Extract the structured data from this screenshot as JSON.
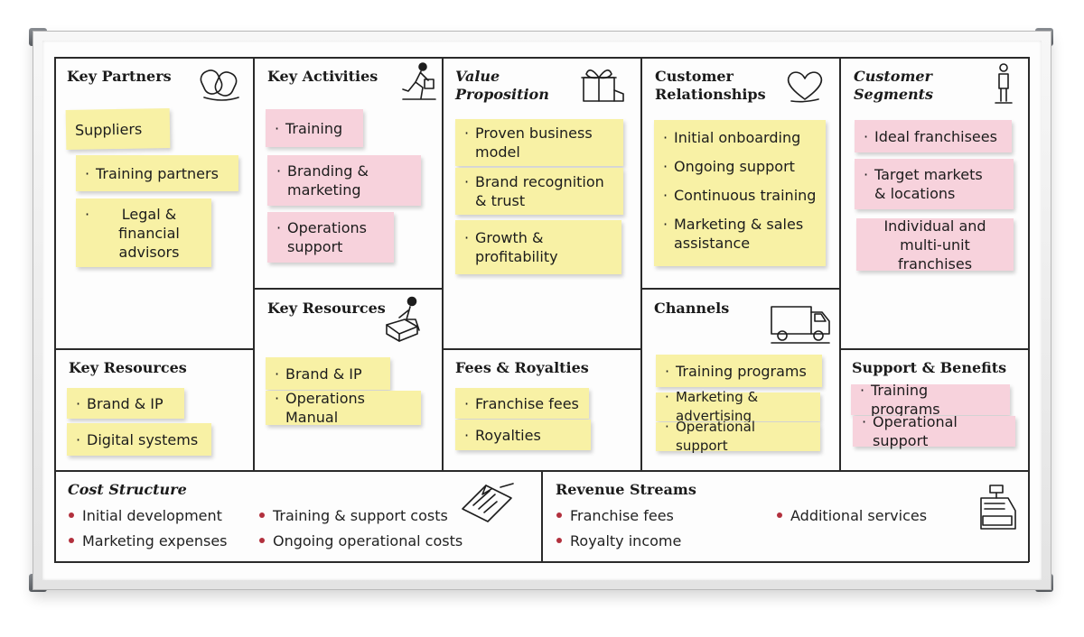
{
  "cells": {
    "key_partners": {
      "title": "Key Partners",
      "notes": [
        "Suppliers",
        "Training partners",
        "Legal &\nfinancial\nadvisors"
      ]
    },
    "key_activities": {
      "title": "Key Activities",
      "notes": [
        "Training",
        "Branding &\nmarketing",
        "Operations\nsupport"
      ]
    },
    "value_proposition": {
      "title_lines": [
        "Value",
        "Proposition"
      ],
      "notes": [
        "Proven business\nmodel",
        "Brand recognition\n& trust",
        "Growth &\nprofitability"
      ]
    },
    "customer_relationships": {
      "title_lines": [
        "Customer",
        "Relationships"
      ],
      "notes": [
        "Initial onboarding",
        "Ongoing support",
        "Continuous training",
        "Marketing & sales\nassistance"
      ]
    },
    "customer_segments": {
      "title_lines": [
        "Customer",
        "Segments"
      ],
      "notes": [
        "Ideal franchisees",
        "Target markets\n& locations",
        "Individual and\nmulti-unit franchises"
      ]
    },
    "key_resources_left": {
      "title": "Key Resources",
      "notes": [
        "Brand & IP",
        "Digital systems"
      ]
    },
    "key_resources_mid": {
      "title": "Key Resources",
      "notes": [
        "Brand & IP",
        "Operations Manual"
      ]
    },
    "fees_royalties": {
      "title": "Fees & Royalties",
      "notes": [
        "Franchise fees",
        "Royalties"
      ]
    },
    "channels": {
      "title": "Channels",
      "notes": [
        "Training programs",
        "Marketing & advertising",
        "Operational support"
      ]
    },
    "support_benefits": {
      "title": "Support & Benefits",
      "notes": [
        "Training programs",
        "Operational support"
      ]
    },
    "cost_structure": {
      "title": "Cost Structure",
      "items": [
        "Initial development",
        "Marketing expenses",
        "Training & support costs",
        "Ongoing operational costs"
      ]
    },
    "revenue_streams": {
      "title": "Revenue Streams",
      "items": [
        "Franchise fees",
        "Royalty income",
        "Additional services"
      ]
    }
  },
  "colors": {
    "yellow_note": "#f8f1a5",
    "pink_note": "#f7d2dc",
    "bullet": "#b2303d",
    "lines": "#2a2a2a"
  },
  "icons": [
    "chain-links-icon",
    "worker-lifting-icon",
    "gift-box-icon",
    "heart-icon",
    "person-icon",
    "worker-box-icon",
    "delivery-truck-icon",
    "document-pen-icon",
    "cash-register-icon"
  ]
}
